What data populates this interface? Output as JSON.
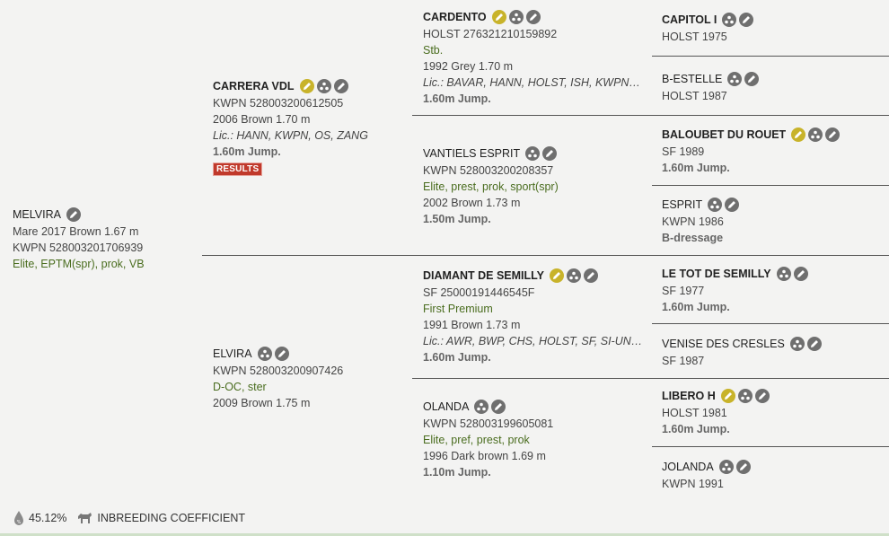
{
  "colors": {
    "gold_icon": "#c8b32a",
    "grey_icon": "#6f6f6f",
    "results_badge": "#c0392b",
    "green_text": "#4a6d1f",
    "line": "#555555"
  },
  "subject": {
    "name": "MELVIRA",
    "details": "Mare 2017 Brown 1.67 m",
    "registration": "KWPN 528003201706939",
    "predicates": "Elite, EPTM(spr), prok, VB",
    "icons": [
      "pencil-icon"
    ]
  },
  "parents": {
    "sire": {
      "name": "CARRERA VDL",
      "registration": "KWPN 528003200612505",
      "details": "2006 Brown 1.70 m",
      "licences": "Lic.: HANN, KWPN, OS, ZANG",
      "performance": "1.60m Jump.",
      "results_label": "RESULTS",
      "icons": [
        "medal-icon",
        "pedigree-icon",
        "pencil-icon"
      ]
    },
    "dam": {
      "name": "ELVIRA",
      "registration": "KWPN 528003200907426",
      "predicates": "D-OC, ster",
      "details": "2009 Brown 1.75 m",
      "icons": [
        "pedigree-icon",
        "pencil-icon"
      ]
    }
  },
  "grandparents": {
    "ss": {
      "name": "CARDENTO",
      "registration": "HOLST 276321210159892",
      "predicates": "Stb.",
      "details": "1992 Grey 1.70 m",
      "licences": "Lic.: BAVAR, HANN, HOLST, ISH, KWPN, RHEI…",
      "performance": "1.60m Jump.",
      "icons": [
        "medal-icon",
        "pedigree-icon",
        "pencil-icon"
      ]
    },
    "sd": {
      "name": "VANTIELS ESPRIT",
      "registration": "KWPN 528003200208357",
      "predicates": "Elite, prest, prok, sport(spr)",
      "details": "2002 Brown 1.73 m",
      "performance": "1.50m Jump.",
      "icons": [
        "pedigree-icon",
        "pencil-icon"
      ]
    },
    "ds": {
      "name": "DIAMANT DE SEMILLY",
      "registration": "SF 25000191446545F",
      "predicates": "First Premium",
      "details": "1991 Brown 1.73 m",
      "licences": "Lic.: AWR, BWP, CHS, HOLST, SF, SI-UNIRE, Z…",
      "performance": "1.60m Jump.",
      "icons": [
        "medal-icon",
        "pedigree-icon",
        "pencil-icon"
      ]
    },
    "dd": {
      "name": "OLANDA",
      "registration": "KWPN 528003199605081",
      "predicates": "Elite, pref, prest, prok",
      "details": "1996 Dark brown 1.69 m",
      "performance": "1.10m Jump.",
      "icons": [
        "pedigree-icon",
        "pencil-icon"
      ]
    }
  },
  "great_grandparents": {
    "sss": {
      "name": "CAPITOL I",
      "details": "HOLST 1975",
      "icons": [
        "pedigree-icon",
        "pencil-icon"
      ]
    },
    "ssd": {
      "name": "B-ESTELLE",
      "details": "HOLST 1987",
      "icons": [
        "pedigree-icon",
        "pencil-icon"
      ]
    },
    "sds": {
      "name": "BALOUBET DU ROUET",
      "details": "SF 1989",
      "performance": "1.60m Jump.",
      "icons": [
        "medal-icon",
        "pedigree-icon",
        "pencil-icon"
      ]
    },
    "sdd": {
      "name": "ESPRIT",
      "details": "KWPN 1986",
      "performance": "B-dressage",
      "icons": [
        "pedigree-icon",
        "pencil-icon"
      ]
    },
    "dss": {
      "name": "LE TOT DE SEMILLY",
      "details": "SF 1977",
      "performance": "1.60m Jump.",
      "icons": [
        "pedigree-icon",
        "pencil-icon"
      ]
    },
    "dsd": {
      "name": "VENISE DES CRESLES",
      "details": "SF 1987",
      "icons": [
        "pedigree-icon",
        "pencil-icon"
      ]
    },
    "dds": {
      "name": "LIBERO H",
      "details": "HOLST 1981",
      "performance": "1.60m Jump.",
      "icons": [
        "medal-icon",
        "pedigree-icon",
        "pencil-icon"
      ]
    },
    "ddd": {
      "name": "JOLANDA",
      "details": "KWPN 1991",
      "icons": [
        "pedigree-icon",
        "pencil-icon"
      ]
    }
  },
  "footer": {
    "percentage": "45.12%",
    "label": "INBREEDING COEFFICIENT",
    "icons": [
      "inbreeding-drop-icon",
      "horse-icon"
    ]
  }
}
